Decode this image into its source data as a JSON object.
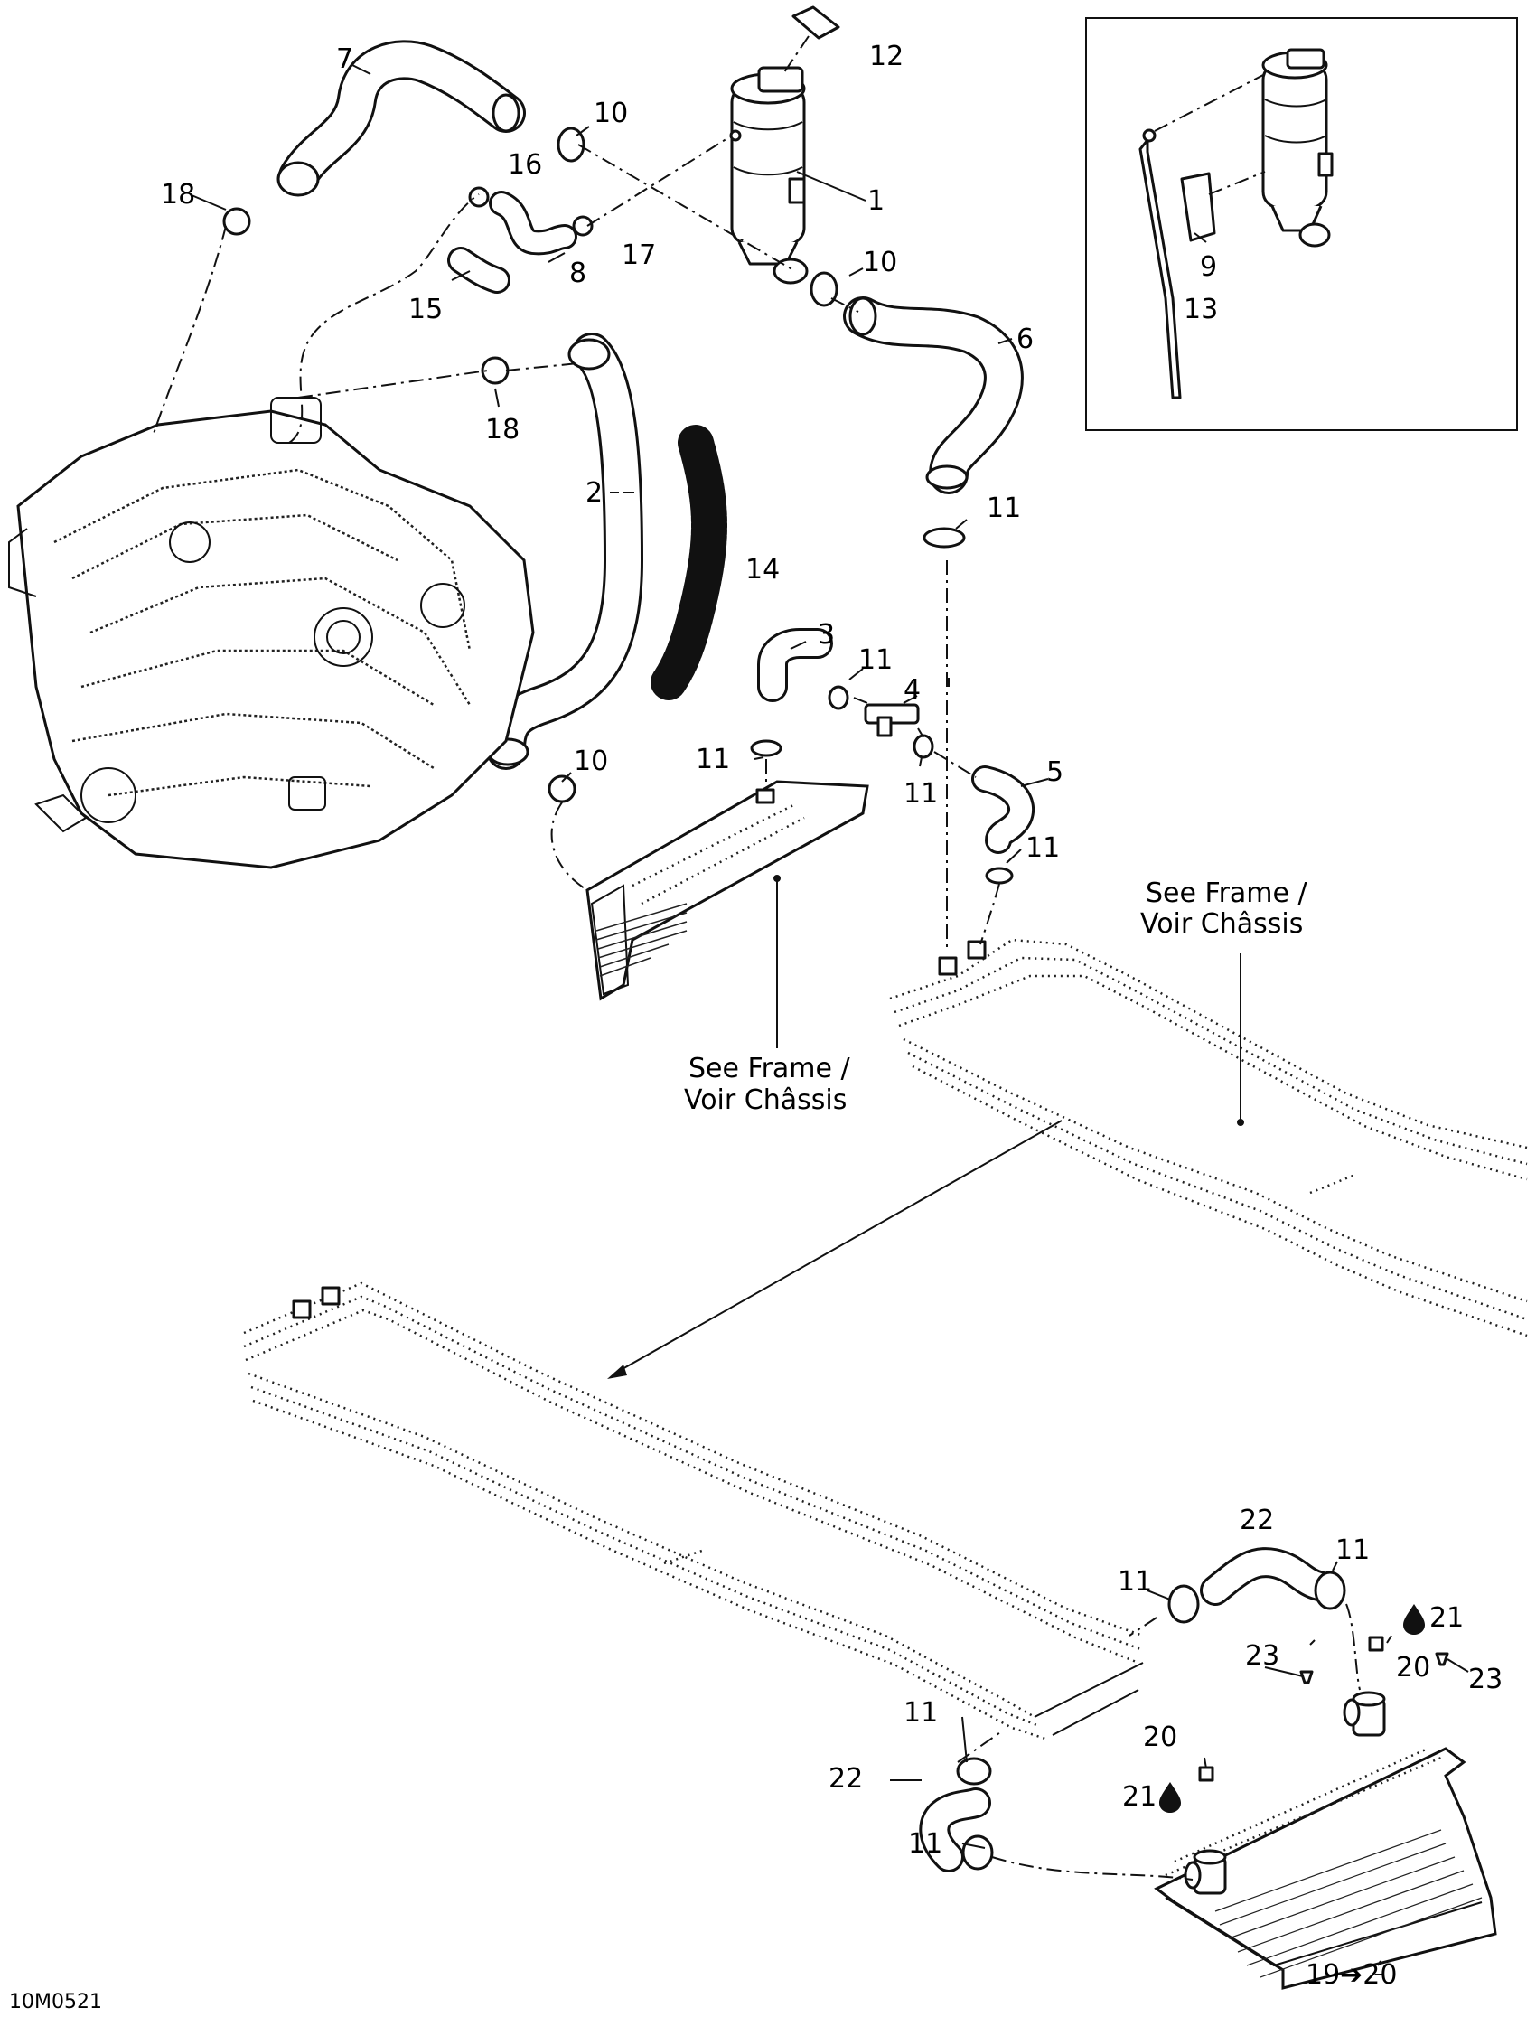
{
  "drawing_code": "10M0521",
  "notes": {
    "frame_upper": [
      "See Frame /",
      "Voir Châssis"
    ],
    "frame_middle": [
      "See Frame /",
      "Voir Châssis"
    ]
  },
  "callouts": {
    "c1": "1",
    "c2": "2",
    "c3": "3",
    "c4": "4",
    "c5": "5",
    "c6": "6",
    "c7": "7",
    "c8": "8",
    "c9": "9",
    "c10a": "10",
    "c10b": "10",
    "c10c": "10",
    "c11a": "11",
    "c11b": "11",
    "c11c": "11",
    "c11d": "11",
    "c11e": "11",
    "c11f": "11",
    "c11g": "11",
    "c11h": "11",
    "c11i": "11",
    "c12": "12",
    "c13": "13",
    "c14": "14",
    "c15": "15",
    "c16": "16",
    "c17": "17",
    "c18a": "18",
    "c18b": "18",
    "c19": "19➔20",
    "c20a": "20",
    "c20b": "20",
    "c21a": "21",
    "c21b": "21",
    "c22a": "22",
    "c22b": "22",
    "c23a": "23",
    "c23b": "23"
  }
}
